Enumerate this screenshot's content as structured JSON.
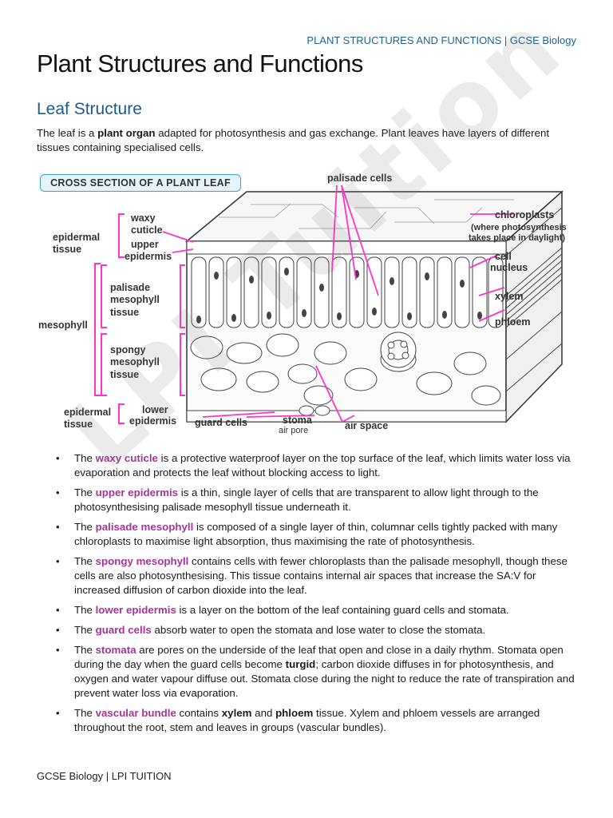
{
  "header": {
    "running_title": "PLANT STRUCTURES AND FUNCTIONS | GCSE Biology",
    "page_title": "Plant Structures and Functions",
    "section_title": "Leaf Structure"
  },
  "intro": {
    "part1": "The leaf is a ",
    "bold": "plant organ",
    "part2": " adapted for photosynthesis and gas exchange. Plant leaves have layers of different tissues containing specialised cells."
  },
  "figure": {
    "title": "CROSS SECTION OF A PLANT LEAF",
    "labels": {
      "palisade_cells": "palisade cells",
      "waxy": "waxy",
      "cuticle": "cuticle",
      "upper": "upper",
      "epidermis_top": "epidermis",
      "epidermal1": "epidermal",
      "tissue1": "tissue",
      "palisade": "palisade",
      "mesophyll_word": "mesophyll",
      "tissue_pal": "tissue",
      "mesophyll_group": "mesophyll",
      "spongy": "spongy",
      "mesophyll_sp": "mesophyll",
      "tissue_sp": "tissue",
      "epidermal2": "epidermal",
      "tissue2": "tissue",
      "lower": "lower",
      "epidermis_bottom": "epidermis",
      "guard_cells": "guard cells",
      "stoma": "stoma",
      "air_pore": "air pore",
      "air_space": "air space",
      "chloroplasts": "chloroplasts",
      "chloro_note1": "(where photosynthesis",
      "chloro_note2": "takes place in daylight)",
      "cell": "cell",
      "nucleus": "nucleus",
      "xylem": "xylem",
      "phloem": "phloem"
    },
    "watermark": "LPI Tuition"
  },
  "bullets": [
    {
      "pre": "The ",
      "term": "waxy cuticle",
      "post": " is a protective waterproof layer on the top surface of the leaf, which limits water loss via evaporation and protects the leaf without blocking access to light."
    },
    {
      "pre": "The ",
      "term": "upper epidermis",
      "post": " is a thin, single layer of cells that are transparent to allow light through to the photosynthesising palisade mesophyll tissue underneath it."
    },
    {
      "pre": "The ",
      "term": "palisade mesophyll",
      "post": " is composed of a single layer of thin, columnar cells tightly packed with many chloroplasts to maximise light absorption, thus maximising the rate of photosynthesis."
    },
    {
      "pre": "The ",
      "term": "spongy mesophyll",
      "post": " contains cells with fewer chloroplasts than the palisade mesophyll, though these cells are also photosynthesising. This tissue contains internal air spaces that increase the SA:V for increased diffusion of carbon dioxide into the leaf."
    },
    {
      "pre": "The ",
      "term": "lower epidermis",
      "post": " is a layer on the bottom of the leaf containing guard cells and stomata."
    },
    {
      "pre": "The ",
      "term": "guard cells",
      "post": " absorb water to open the stomata and lose water to close the stomata."
    },
    {
      "pre": "The ",
      "term": "stomata",
      "mid1": " are pores on the underside of the leaf that open and close in a daily rhythm. Stomata open during the day when the guard cells become ",
      "bold1": "turgid",
      "mid2": "; carbon dioxide diffuses in for photosynthesis, and oxygen and water vapour diffuse out. Stomata close during the night to reduce the rate of transpiration and prevent water loss via evaporation."
    },
    {
      "pre": "The ",
      "term": "vascular bundle",
      "mid1": " contains ",
      "bold1": "xylem",
      "mid2": " and ",
      "bold2": "phloem",
      "post": " tissue. Xylem and phloem vessels are arranged throughout the root, stem and leaves in groups (vascular bundles)."
    }
  ],
  "footer": "GCSE Biology | LPI TUITION",
  "colors": {
    "heading_blue": "#1f5b8a",
    "term_purple": "#a83399",
    "pointer_magenta": "#ff33cc",
    "box_cyan": "#3aa5c9"
  }
}
